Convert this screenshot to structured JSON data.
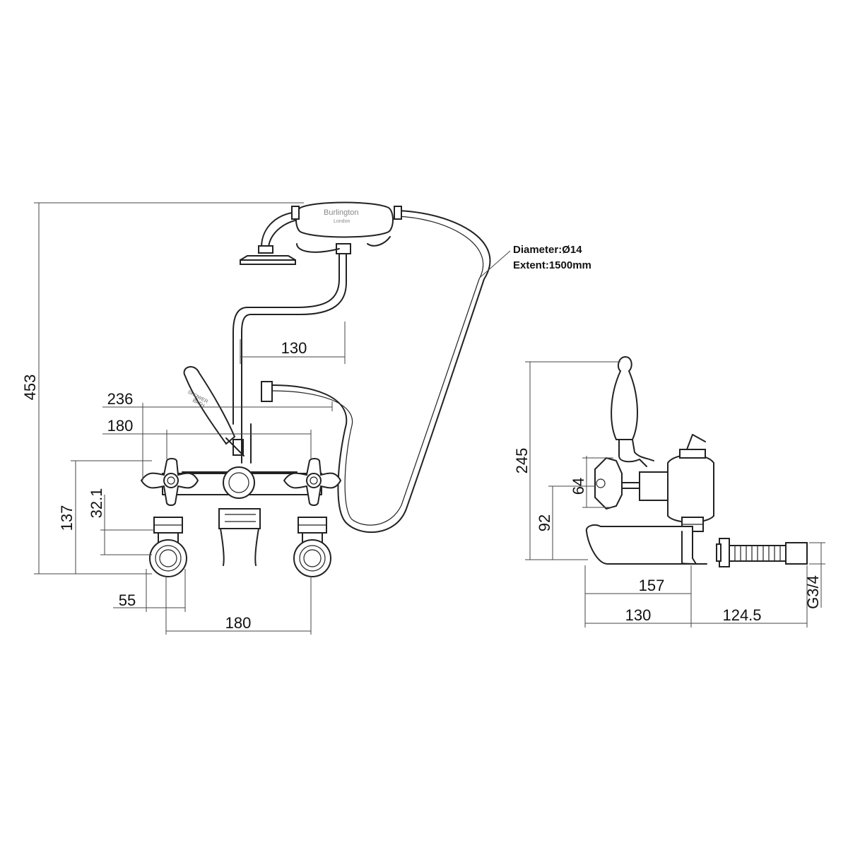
{
  "labels": {
    "brand": "Burlington",
    "brand_sub": "London",
    "lever_shower": "SHOWER",
    "lever_bath": "BATH",
    "hose_note_diameter": "Diameter:Ø14",
    "hose_note_extent": "Extent:1500mm"
  },
  "dimensions": {
    "overall_height": "453",
    "handset_offset": "130",
    "overall_width": "236",
    "handle_centres": "180",
    "body_height": "137",
    "leg_height": "32.1",
    "leg_width": "55",
    "inlet_centres": "180",
    "side_height": "245",
    "side_handle": "64",
    "side_spout": "92",
    "spout_projection": "157",
    "spout_to_wall": "130",
    "wall_projection": "124.5",
    "thread": "G3/4"
  }
}
